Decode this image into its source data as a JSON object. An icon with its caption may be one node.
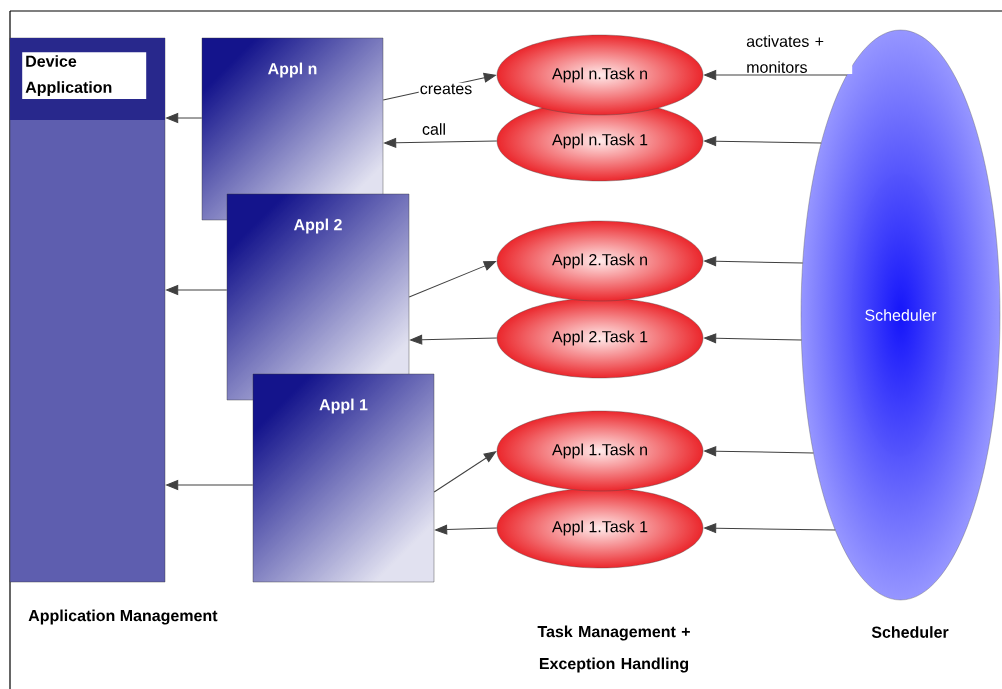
{
  "diagram": {
    "nodes": [
      {
        "text": [
          "Device Application"
        ]
      },
      {
        "text": [
          "Appl n"
        ]
      },
      {
        "text": [
          "Appl 2"
        ]
      },
      {
        "text": [
          "Appl 1"
        ]
      },
      {
        "text": [
          "Appl n.Task n"
        ]
      },
      {
        "text": [
          "Appl n.Task 1"
        ]
      },
      {
        "text": [
          "Appl 2.Task n"
        ]
      },
      {
        "text": [
          "Appl 2.Task 1"
        ]
      },
      {
        "text": [
          "Appl 1.Task n"
        ]
      },
      {
        "text": [
          "Appl 1.Task 1"
        ]
      },
      {
        "text": [
          "Scheduler"
        ]
      }
    ],
    "edges": [
      {
        "from": 1,
        "to": 0,
        "arrow": "to"
      },
      {
        "from": 2,
        "to": 0,
        "arrow": "to"
      },
      {
        "from": 3,
        "to": 0,
        "arrow": "to"
      },
      {
        "from": 1,
        "to": 4,
        "arrow": "to",
        "label": "creates"
      },
      {
        "from": 5,
        "to": 1,
        "arrow": "to",
        "label": "call"
      },
      {
        "from": 2,
        "to": 6,
        "arrow": "to"
      },
      {
        "from": 7,
        "to": 2,
        "arrow": "to"
      },
      {
        "from": 3,
        "to": 8,
        "arrow": "to"
      },
      {
        "from": 9,
        "to": 3,
        "arrow": "to"
      },
      {
        "from": 10,
        "to": 4,
        "arrow": "to",
        "label": "activates + monitors"
      },
      {
        "from": 10,
        "to": 5,
        "arrow": "to"
      },
      {
        "from": 10,
        "to": 6,
        "arrow": "to"
      },
      {
        "from": 10,
        "to": 7,
        "arrow": "to"
      },
      {
        "from": 10,
        "to": 8,
        "arrow": "to"
      },
      {
        "from": 10,
        "to": 9,
        "arrow": "to"
      }
    ],
    "labels": [
      "Application Management",
      "Task Management + Exception Handling",
      "Scheduler"
    ]
  }
}
